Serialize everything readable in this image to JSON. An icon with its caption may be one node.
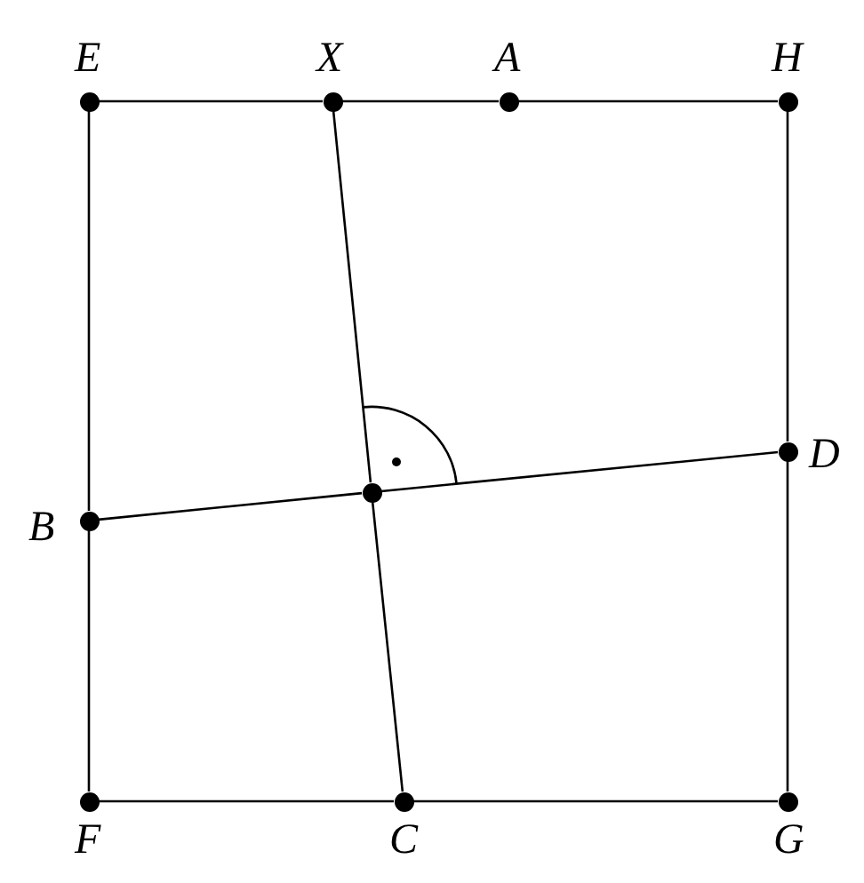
{
  "diagram": {
    "nodes": [
      {
        "text": [
          "E"
        ]
      },
      {
        "text": [
          "X"
        ]
      },
      {
        "text": [
          "A"
        ]
      },
      {
        "text": [
          "H"
        ]
      },
      {
        "text": [
          "D"
        ]
      },
      {
        "text": [
          "B"
        ]
      },
      {
        "text": [],
        "shape": "circle"
      },
      {
        "text": [
          "F"
        ]
      },
      {
        "text": [
          "C"
        ]
      },
      {
        "text": [
          "G"
        ]
      }
    ],
    "edges": [
      {
        "from": 0,
        "to": 1,
        "arrow": "none"
      },
      {
        "from": 1,
        "to": 2,
        "arrow": "none"
      },
      {
        "from": 2,
        "to": 3,
        "arrow": "none"
      },
      {
        "from": 3,
        "to": 4,
        "arrow": "none"
      },
      {
        "from": 4,
        "to": 9,
        "arrow": "none"
      },
      {
        "from": 9,
        "to": 8,
        "arrow": "none"
      },
      {
        "from": 8,
        "to": 7,
        "arrow": "none"
      },
      {
        "from": 7,
        "to": 5,
        "arrow": "none"
      },
      {
        "from": 5,
        "to": 0,
        "arrow": "none"
      },
      {
        "from": 1,
        "to": 6,
        "arrow": "none"
      },
      {
        "from": 6,
        "to": 8,
        "arrow": "none"
      },
      {
        "from": 5,
        "to": 6,
        "arrow": "none"
      },
      {
        "from": 6,
        "to": 4,
        "arrow": "none"
      }
    ]
  }
}
